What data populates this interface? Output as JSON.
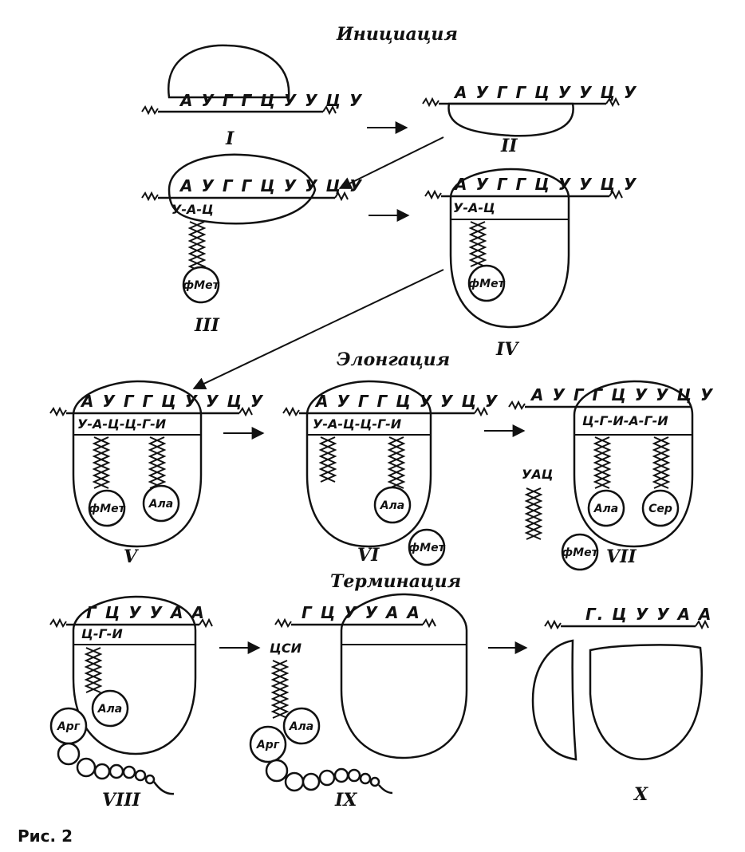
{
  "sections": {
    "initiation": "Инициация",
    "elongation": "Элонгация",
    "termination": "Терминация"
  },
  "stages": [
    {
      "numeral": "I",
      "mrna": "А У Г Г Ц У У Ц У"
    },
    {
      "numeral": "II",
      "mrna": "А У Г Г Ц У У Ц У"
    },
    {
      "numeral": "III",
      "mrna": "А У Г Г Ц У У Ц У",
      "anticodons": "У-А-Ц",
      "amino_acids": [
        "фМет"
      ]
    },
    {
      "numeral": "IV",
      "mrna": "А У Г Г Ц У У Ц У",
      "anticodons": "У-А-Ц",
      "amino_acids": [
        "фМет"
      ]
    },
    {
      "numeral": "V",
      "mrna": "А У Г Г Ц У У Ц У",
      "anticodons": "У-А-Ц-Ц-Г-И",
      "amino_acids": [
        "фМет",
        "Ала"
      ]
    },
    {
      "numeral": "VI",
      "mrna": "А У Г Г Ц У У Ц У",
      "anticodons": "У-А-Ц-Ц-Г-И",
      "amino_acids": [
        "Ала",
        "фМет"
      ]
    },
    {
      "numeral": "VII",
      "mrna": "А У Г Г Ц У У Ц У",
      "anticodons": "Ц-Г-И-А-Г-И",
      "free_trna": "УАЦ",
      "amino_acids": [
        "Ала",
        "Сер",
        "фМет"
      ]
    },
    {
      "numeral": "VIII",
      "mrna": "Г Ц У У А А",
      "anticodons": "Ц-Г-И",
      "amino_acids": [
        "Ала",
        "Арг"
      ]
    },
    {
      "numeral": "IX",
      "mrna": "Г Ц У У А А",
      "free_trna": "ЦСИ",
      "amino_acids": [
        "Ала",
        "Арг"
      ]
    },
    {
      "numeral": "X",
      "mrna": "Г. Ц У У А А"
    }
  ],
  "caption": "Рис. 2"
}
